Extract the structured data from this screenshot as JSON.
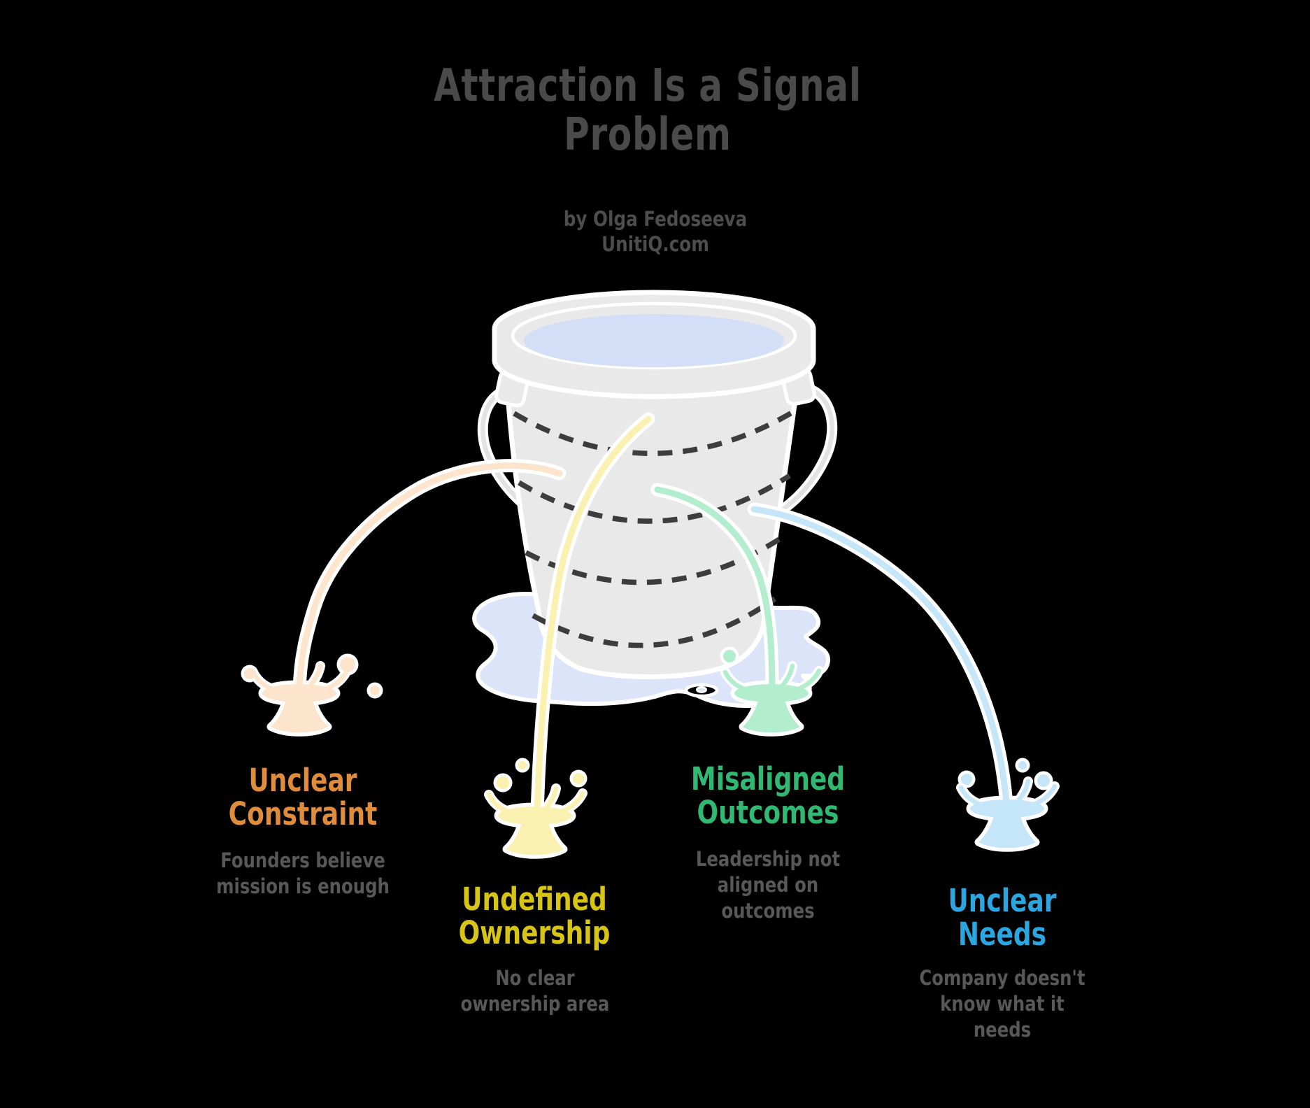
{
  "title": "Attraction Is a Signal Problem",
  "byline": {
    "line1": "by Olga Fedoseeva",
    "line2": "UnitiQ.com"
  },
  "leaks": [
    {
      "id": "unclear-constraint",
      "label": "Unclear\nConstraint",
      "desc": "Founders believe\nmission is enough",
      "color": "#df8c3c",
      "splash_color": "#fce4cd"
    },
    {
      "id": "undefined-ownership",
      "label": "Undefined\nOwnership",
      "desc": "No clear\nownership area",
      "color": "#d8c414",
      "splash_color": "#faf0b0"
    },
    {
      "id": "misaligned-outcomes",
      "label": "Misaligned\nOutcomes",
      "desc": "Leadership not\naligned on\noutcomes",
      "color": "#31b873",
      "splash_color": "#b2eecd"
    },
    {
      "id": "unclear-needs",
      "label": "Unclear\nNeeds",
      "desc": "Company doesn't\nknow what it\nneeds",
      "color": "#2ca6e0",
      "splash_color": "#c5e6f8"
    }
  ],
  "colors": {
    "background": "#000000",
    "title_text": "#4a4a4a",
    "byline_text": "#4d4d4d",
    "desc_text": "#585858",
    "bucket_fill": "#e9e9e9",
    "bucket_outline": "#ffffff",
    "handle_fill": "#e2e2e2",
    "water": "#d3dff7",
    "puddle": "#dbe4f9",
    "dash": "#3d3d3d"
  }
}
